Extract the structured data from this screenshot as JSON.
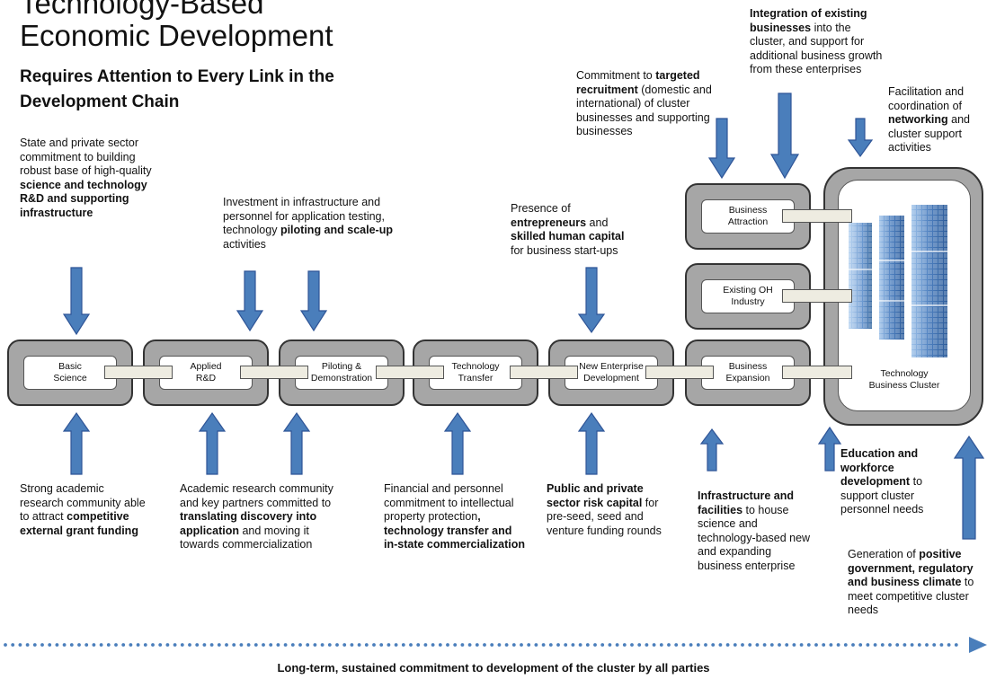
{
  "title_line1": "Technology-Based",
  "title_line2": "Economic Development",
  "subtitle": "Requires Attention to Every Link in the Development Chain",
  "chain": [
    {
      "line1": "Basic",
      "line2": "Science"
    },
    {
      "line1": "Applied",
      "line2": "R&D"
    },
    {
      "line1": "Piloting &",
      "line2": "Demonstration"
    },
    {
      "line1": "Technology",
      "line2": "Transfer"
    },
    {
      "line1": "New Enterprise",
      "line2": "Development"
    },
    {
      "line1": "Business",
      "line2": "Expansion"
    }
  ],
  "side_boxes": [
    {
      "line1": "Business",
      "line2": "Attraction"
    },
    {
      "line1": "Existing OH",
      "line2": "Industry"
    }
  ],
  "cluster": {
    "line1": "Technology",
    "line2": "Business Cluster"
  },
  "top_notes": {
    "basic_science": {
      "plain1": "State and private sector commitment to building robust base of high-quality",
      "bold1": "science and technology R&D and supporting infrastructure"
    },
    "piloting": {
      "plain1": "Investment in infrastructure and personnel for application testing, technology",
      "bold1": "piloting and scale-up",
      "plain2": "activities"
    },
    "new_enterprise": {
      "plain1": "Presence of",
      "bold1": "entrepreneurs",
      "plain2": "and",
      "bold2": "skilled human capital",
      "plain3": "for business start-ups"
    },
    "recruitment": {
      "plain1": "Commitment to",
      "bold1": "targeted recruitment",
      "plain2": "(domestic and international) of cluster businesses and supporting businesses"
    },
    "integration": {
      "bold1": "Integration of existing businesses",
      "plain1": "into the cluster, and support for additional business growth from these enterprises"
    },
    "networking": {
      "plain1": "Facilitation and coordination of",
      "bold1": "networking",
      "plain2": "and cluster support activities"
    }
  },
  "bottom_notes": {
    "research": {
      "plain1": "Strong academic research community able to attract",
      "bold1": "competitive external grant funding"
    },
    "academic": {
      "plain1": "Academic research community and key partners committed to",
      "bold1": "translating discovery into application",
      "plain2": "and moving it towards commercialization"
    },
    "financial": {
      "plain1": "Financial and personnel commitment to intellectual property protection",
      "bold1": ", technology transfer and in-state commercialization"
    },
    "capital": {
      "bold1": "Public and private sector risk capital",
      "plain1": "for pre-seed, seed and venture funding rounds"
    },
    "infrastructure": {
      "bold1": "Infrastructure and facilities",
      "plain1": "to house science and technology-based new and expanding business enterprise"
    },
    "education": {
      "bold1": "Education and workforce development",
      "plain1": "to support cluster personnel needs"
    },
    "climate": {
      "plain1": "Generation of",
      "bold1": "positive government, regulatory and business climate",
      "plain2": "to meet competitive cluster needs"
    }
  },
  "footer": "Long-term, sustained commitment to development of the cluster by all parties",
  "colors": {
    "arrow_fill": "#4a7ebb",
    "arrow_stroke": "#2f5597",
    "box_gray": "#a6a6a6",
    "connector": "#eeece1",
    "dots": "#4a7ebb"
  }
}
